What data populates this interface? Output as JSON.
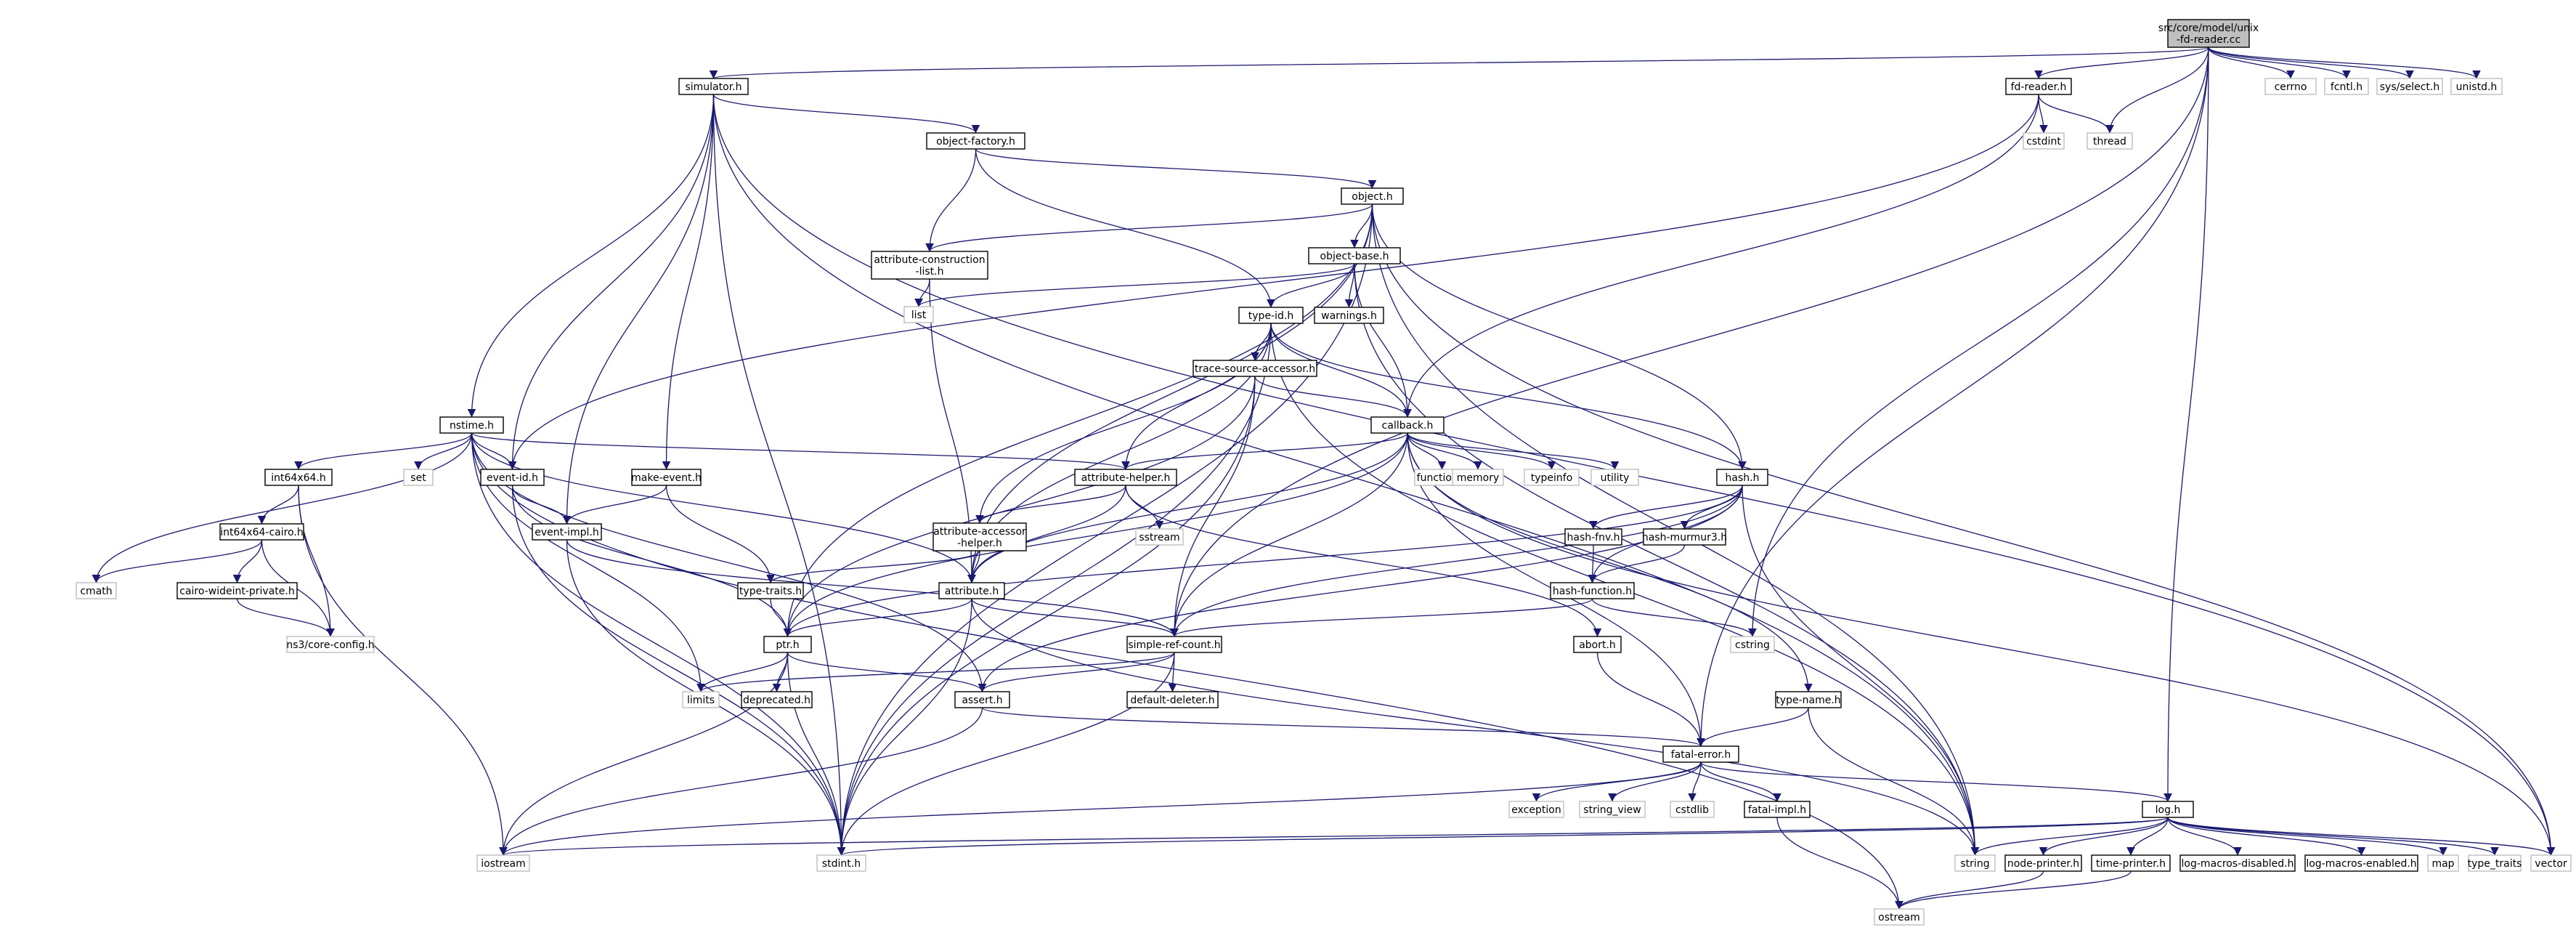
{
  "diagram": {
    "title": "",
    "colors": {
      "edge": "#191970",
      "root_fill": "#bfbfbf",
      "box_border": "#000000",
      "external_border": "#bfbfbf"
    },
    "nodes": [
      {
        "id": "root",
        "label": "src/core/model/unix\n-fd-reader.cc",
        "kind": "root"
      },
      {
        "id": "simulator",
        "label": "simulator.h",
        "kind": "box"
      },
      {
        "id": "fdreader",
        "label": "fd-reader.h",
        "kind": "box"
      },
      {
        "id": "objfactory",
        "label": "object-factory.h",
        "kind": "box"
      },
      {
        "id": "object",
        "label": "object.h",
        "kind": "box"
      },
      {
        "id": "attrcons",
        "label": "attribute-construction\n-list.h",
        "kind": "box"
      },
      {
        "id": "objbase",
        "label": "object-base.h",
        "kind": "box"
      },
      {
        "id": "typeid",
        "label": "type-id.h",
        "kind": "box"
      },
      {
        "id": "warnings",
        "label": "warnings.h",
        "kind": "box"
      },
      {
        "id": "tsa",
        "label": "trace-source-accessor.h",
        "kind": "box"
      },
      {
        "id": "callback",
        "label": "callback.h",
        "kind": "box"
      },
      {
        "id": "nstime",
        "label": "nstime.h",
        "kind": "box"
      },
      {
        "id": "int64x64",
        "label": "int64x64.h",
        "kind": "box"
      },
      {
        "id": "eventid",
        "label": "event-id.h",
        "kind": "box"
      },
      {
        "id": "makeevent",
        "label": "make-event.h",
        "kind": "box"
      },
      {
        "id": "attrhelper",
        "label": "attribute-helper.h",
        "kind": "box"
      },
      {
        "id": "hash",
        "label": "hash.h",
        "kind": "box"
      },
      {
        "id": "cairo",
        "label": "int64x64-cairo.h",
        "kind": "box"
      },
      {
        "id": "eventimpl",
        "label": "event-impl.h",
        "kind": "box"
      },
      {
        "id": "aah",
        "label": "attribute-accessor\n-helper.h",
        "kind": "box"
      },
      {
        "id": "hashfnv",
        "label": "hash-fnv.h",
        "kind": "box"
      },
      {
        "id": "murmur",
        "label": "hash-murmur3.h",
        "kind": "box"
      },
      {
        "id": "cwp",
        "label": "cairo-wideint-private.h",
        "kind": "box"
      },
      {
        "id": "typetraits",
        "label": "type-traits.h",
        "kind": "box"
      },
      {
        "id": "attribute",
        "label": "attribute.h",
        "kind": "box"
      },
      {
        "id": "hashfunc",
        "label": "hash-function.h",
        "kind": "box"
      },
      {
        "id": "ptr",
        "label": "ptr.h",
        "kind": "box"
      },
      {
        "id": "src",
        "label": "simple-ref-count.h",
        "kind": "box"
      },
      {
        "id": "abort",
        "label": "abort.h",
        "kind": "box"
      },
      {
        "id": "deprecated",
        "label": "deprecated.h",
        "kind": "box"
      },
      {
        "id": "assert",
        "label": "assert.h",
        "kind": "box"
      },
      {
        "id": "defdel",
        "label": "default-deleter.h",
        "kind": "box"
      },
      {
        "id": "typename",
        "label": "type-name.h",
        "kind": "box"
      },
      {
        "id": "fatalerror",
        "label": "fatal-error.h",
        "kind": "box"
      },
      {
        "id": "fatalimpl",
        "label": "fatal-impl.h",
        "kind": "box"
      },
      {
        "id": "log",
        "label": "log.h",
        "kind": "box"
      },
      {
        "id": "nodeprinter",
        "label": "node-printer.h",
        "kind": "box"
      },
      {
        "id": "timeprinter",
        "label": "time-printer.h",
        "kind": "box"
      },
      {
        "id": "lmd",
        "label": "log-macros-disabled.h",
        "kind": "box"
      },
      {
        "id": "lme",
        "label": "log-macros-enabled.h",
        "kind": "box"
      },
      {
        "id": "cerrno",
        "label": "cerrno",
        "kind": "ext"
      },
      {
        "id": "fcntl",
        "label": "fcntl.h",
        "kind": "ext"
      },
      {
        "id": "sysselect",
        "label": "sys/select.h",
        "kind": "ext"
      },
      {
        "id": "unistd",
        "label": "unistd.h",
        "kind": "ext"
      },
      {
        "id": "cstdint",
        "label": "cstdint",
        "kind": "ext"
      },
      {
        "id": "thread",
        "label": "thread",
        "kind": "ext"
      },
      {
        "id": "list",
        "label": "list",
        "kind": "ext"
      },
      {
        "id": "set",
        "label": "set",
        "kind": "ext"
      },
      {
        "id": "functional",
        "label": "functional",
        "kind": "ext"
      },
      {
        "id": "memory",
        "label": "memory",
        "kind": "ext"
      },
      {
        "id": "typeinfo",
        "label": "typeinfo",
        "kind": "ext"
      },
      {
        "id": "utility",
        "label": "utility",
        "kind": "ext"
      },
      {
        "id": "sstream",
        "label": "sstream",
        "kind": "ext"
      },
      {
        "id": "cmath",
        "label": "cmath",
        "kind": "ext"
      },
      {
        "id": "nscore",
        "label": "ns3/core-config.h",
        "kind": "ext"
      },
      {
        "id": "cstring",
        "label": "cstring",
        "kind": "ext"
      },
      {
        "id": "limits",
        "label": "limits",
        "kind": "ext"
      },
      {
        "id": "exception",
        "label": "exception",
        "kind": "ext"
      },
      {
        "id": "stringview",
        "label": "string_view",
        "kind": "ext"
      },
      {
        "id": "cstdlib",
        "label": "cstdlib",
        "kind": "ext"
      },
      {
        "id": "iostream",
        "label": "iostream",
        "kind": "ext"
      },
      {
        "id": "stdint",
        "label": "stdint.h",
        "kind": "ext"
      },
      {
        "id": "string",
        "label": "string",
        "kind": "ext"
      },
      {
        "id": "map",
        "label": "map",
        "kind": "ext"
      },
      {
        "id": "typetraitsstd",
        "label": "type_traits",
        "kind": "ext"
      },
      {
        "id": "vector",
        "label": "vector",
        "kind": "ext"
      },
      {
        "id": "ostream",
        "label": "ostream",
        "kind": "ext"
      }
    ],
    "edges": [
      [
        "root",
        "simulator"
      ],
      [
        "root",
        "fdreader"
      ],
      [
        "root",
        "thread"
      ],
      [
        "root",
        "cerrno"
      ],
      [
        "root",
        "fcntl"
      ],
      [
        "root",
        "sysselect"
      ],
      [
        "root",
        "unistd"
      ],
      [
        "root",
        "cstring"
      ],
      [
        "root",
        "fatalerror"
      ],
      [
        "root",
        "log"
      ],
      [
        "root",
        "src"
      ],
      [
        "simulator",
        "objfactory"
      ],
      [
        "simulator",
        "nstime"
      ],
      [
        "simulator",
        "eventid"
      ],
      [
        "simulator",
        "makeevent"
      ],
      [
        "simulator",
        "eventimpl"
      ],
      [
        "simulator",
        "stdint"
      ],
      [
        "simulator",
        "string"
      ],
      [
        "simulator",
        "vector"
      ],
      [
        "fdreader",
        "cstdint"
      ],
      [
        "fdreader",
        "thread"
      ],
      [
        "fdreader",
        "callback"
      ],
      [
        "fdreader",
        "eventid"
      ],
      [
        "objfactory",
        "object"
      ],
      [
        "objfactory",
        "attrcons"
      ],
      [
        "objfactory",
        "typeid"
      ],
      [
        "object",
        "objbase"
      ],
      [
        "object",
        "attrcons"
      ],
      [
        "object",
        "attribute"
      ],
      [
        "object",
        "ptr"
      ],
      [
        "object",
        "hash"
      ],
      [
        "object",
        "stdint"
      ],
      [
        "object",
        "string"
      ],
      [
        "object",
        "vector"
      ],
      [
        "attrcons",
        "list"
      ],
      [
        "attrcons",
        "attribute"
      ],
      [
        "objbase",
        "list"
      ],
      [
        "objbase",
        "typeid"
      ],
      [
        "objbase",
        "warnings"
      ],
      [
        "objbase",
        "callback"
      ],
      [
        "objbase",
        "string"
      ],
      [
        "typeid",
        "tsa"
      ],
      [
        "typeid",
        "callback"
      ],
      [
        "typeid",
        "attribute"
      ],
      [
        "typeid",
        "attrhelper"
      ],
      [
        "typeid",
        "aah"
      ],
      [
        "typeid",
        "hash"
      ],
      [
        "typeid",
        "stdint"
      ],
      [
        "typeid",
        "string"
      ],
      [
        "tsa",
        "callback"
      ],
      [
        "tsa",
        "ptr"
      ],
      [
        "tsa",
        "src"
      ],
      [
        "tsa",
        "stdint"
      ],
      [
        "callback",
        "functional"
      ],
      [
        "callback",
        "memory"
      ],
      [
        "callback",
        "typeinfo"
      ],
      [
        "callback",
        "utility"
      ],
      [
        "callback",
        "attrhelper"
      ],
      [
        "callback",
        "attribute"
      ],
      [
        "callback",
        "ptr"
      ],
      [
        "callback",
        "src"
      ],
      [
        "callback",
        "fatalerror"
      ],
      [
        "callback",
        "typename"
      ],
      [
        "callback",
        "vector"
      ],
      [
        "nstime",
        "int64x64"
      ],
      [
        "nstime",
        "eventid"
      ],
      [
        "nstime",
        "attrhelper"
      ],
      [
        "nstime",
        "attribute"
      ],
      [
        "nstime",
        "assert"
      ],
      [
        "nstime",
        "set"
      ],
      [
        "nstime",
        "cmath"
      ],
      [
        "nstime",
        "limits"
      ],
      [
        "nstime",
        "ostream"
      ],
      [
        "nstime",
        "stdint"
      ],
      [
        "int64x64",
        "cairo"
      ],
      [
        "int64x64",
        "nscore"
      ],
      [
        "int64x64",
        "iostream"
      ],
      [
        "cairo",
        "cwp"
      ],
      [
        "cairo",
        "cmath"
      ],
      [
        "cairo",
        "nscore"
      ],
      [
        "cwp",
        "nscore"
      ],
      [
        "eventid",
        "eventimpl"
      ],
      [
        "eventid",
        "ptr"
      ],
      [
        "eventid",
        "stdint"
      ],
      [
        "makeevent",
        "eventimpl"
      ],
      [
        "makeevent",
        "typetraits"
      ],
      [
        "eventimpl",
        "src"
      ],
      [
        "eventimpl",
        "stdint"
      ],
      [
        "attrhelper",
        "aah"
      ],
      [
        "attrhelper",
        "attribute"
      ],
      [
        "attrhelper",
        "abort"
      ],
      [
        "attrhelper",
        "sstream"
      ],
      [
        "aah",
        "attribute"
      ],
      [
        "aah",
        "typetraits"
      ],
      [
        "hash",
        "hashfnv"
      ],
      [
        "hash",
        "murmur"
      ],
      [
        "hash",
        "hashfunc"
      ],
      [
        "hash",
        "assert"
      ],
      [
        "hash",
        "ptr"
      ],
      [
        "hash",
        "string"
      ],
      [
        "hash",
        "src"
      ],
      [
        "hashfnv",
        "hashfunc"
      ],
      [
        "murmur",
        "hashfunc"
      ],
      [
        "hashfunc",
        "src"
      ],
      [
        "hashfunc",
        "cstring"
      ],
      [
        "typetraits",
        "ptr"
      ],
      [
        "attribute",
        "ptr"
      ],
      [
        "attribute",
        "src"
      ],
      [
        "attribute",
        "string"
      ],
      [
        "attribute",
        "stdint"
      ],
      [
        "ptr",
        "assert"
      ],
      [
        "ptr",
        "deprecated"
      ],
      [
        "ptr",
        "iostream"
      ],
      [
        "ptr",
        "limits"
      ],
      [
        "ptr",
        "stdint"
      ],
      [
        "src",
        "assert"
      ],
      [
        "src",
        "defdel"
      ],
      [
        "src",
        "limits"
      ],
      [
        "src",
        "stdint"
      ],
      [
        "abort",
        "fatalerror"
      ],
      [
        "assert",
        "fatalerror"
      ],
      [
        "assert",
        "iostream"
      ],
      [
        "typename",
        "fatalerror"
      ],
      [
        "typename",
        "string"
      ],
      [
        "fatalerror",
        "exception"
      ],
      [
        "fatalerror",
        "stringview"
      ],
      [
        "fatalerror",
        "cstdlib"
      ],
      [
        "fatalerror",
        "fatalimpl"
      ],
      [
        "fatalerror",
        "log"
      ],
      [
        "fatalerror",
        "iostream"
      ],
      [
        "fatalimpl",
        "ostream"
      ],
      [
        "log",
        "nodeprinter"
      ],
      [
        "log",
        "timeprinter"
      ],
      [
        "log",
        "lmd"
      ],
      [
        "log",
        "lme"
      ],
      [
        "log",
        "iostream"
      ],
      [
        "log",
        "stdint"
      ],
      [
        "log",
        "string"
      ],
      [
        "log",
        "map"
      ],
      [
        "log",
        "typetraitsstd"
      ],
      [
        "log",
        "vector"
      ],
      [
        "nodeprinter",
        "ostream"
      ],
      [
        "timeprinter",
        "ostream"
      ]
    ]
  }
}
